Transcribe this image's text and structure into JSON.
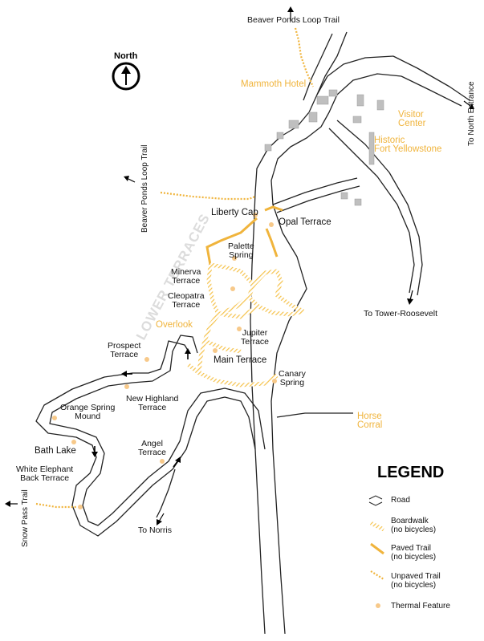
{
  "colors": {
    "road": "#222222",
    "boardwalk": "#f5c24a",
    "paved": "#f0b43c",
    "unpaved": "#f0b43c",
    "thermal": "#f7c98a",
    "building": "#bfbfbf",
    "lower_terraces": "#dcdcdc",
    "highlight_text": "#f0b43c"
  },
  "north": {
    "label": "North",
    "icon": "north-arrow-icon"
  },
  "region_label": "LOWER TERRACES",
  "places": {
    "beaver_ponds_top": "Beaver Ponds Loop Trail",
    "beaver_ponds_left": "Beaver Ponds Loop Trail",
    "mammoth_hotel": "Mammoth Hotel",
    "visitor_center": "Visitor\nCenter",
    "historic_fort": "Historic\nFort Yellowstone",
    "north_entrance": "To North Entrance",
    "tower_roosevelt": "To Tower-Roosevelt",
    "liberty_cap": "Liberty Cap",
    "opal_terrace": "Opal Terrace",
    "palette_spring": "Palette\nSpring",
    "minerva_terrace": "Minerva\nTerrace",
    "cleopatra_terrace": "Cleopatra\nTerrace",
    "overlook": "Overlook",
    "jupiter_terrace": "Jupiter\nTerrace",
    "main_terrace": "Main Terrace",
    "prospect_terrace": "Prospect\nTerrace",
    "canary_spring": "Canary\nSpring",
    "new_highland_terrace": "New Highland\nTerrace",
    "orange_spring_mound": "Orange Spring\nMound",
    "horse_corral": "Horse\nCorral",
    "bath_lake": "Bath Lake",
    "angel_terrace": "Angel\nTerrace",
    "white_elephant": "White Elephant\nBack Terrace",
    "snow_pass": "Snow Pass Trail",
    "to_norris": "To Norris"
  },
  "legend": {
    "title": "LEGEND",
    "items": [
      {
        "label": "Road",
        "icon": "road-icon"
      },
      {
        "label": "Boardwalk\n(no bicycles)",
        "icon": "boardwalk-icon"
      },
      {
        "label": "Paved Trail\n(no bicycles)",
        "icon": "paved-trail-icon"
      },
      {
        "label": "Unpaved Trail\n(no bicycles)",
        "icon": "unpaved-trail-icon"
      },
      {
        "label": "Thermal Feature",
        "icon": "thermal-feature-icon"
      }
    ]
  }
}
